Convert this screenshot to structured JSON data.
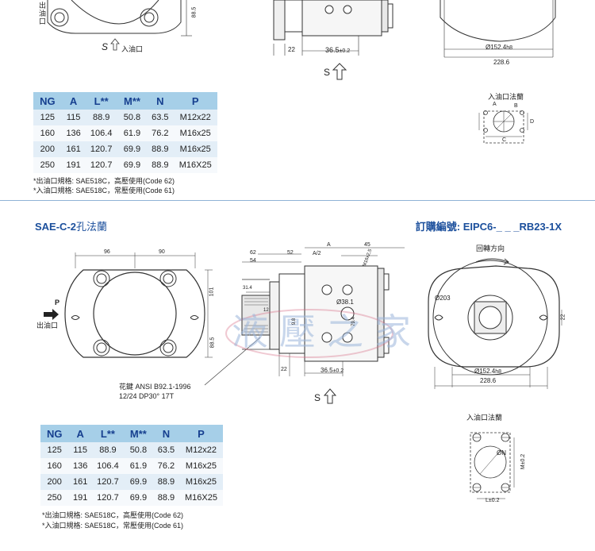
{
  "section2": {
    "title": "SAE-C-2",
    "title_cjk": "孔法蘭",
    "order_label": "訂購編號: EIPC6-_ _ _RB23-1X"
  },
  "top_labels": {
    "outlet_vertical": "出油口",
    "s_label": "S",
    "inlet": "入油口",
    "s_arrow": "S",
    "dim_885": "88.5",
    "dim_22": "22",
    "dim_365": "36.5",
    "tol_02": "±0.2",
    "dim_1524": "Ø152.4",
    "tol_h8": "h8",
    "dim_2286": "228.6",
    "inlet_flange": "入油口法蘭",
    "flange_A": "A",
    "flange_B": "B",
    "flange_C": "C",
    "flange_D": "D"
  },
  "table_headers": [
    "NG",
    "A",
    "L**",
    "M**",
    "N",
    "P"
  ],
  "table1_rows": [
    [
      "125",
      "115",
      "88.9",
      "50.8",
      "63.5",
      "M12x22"
    ],
    [
      "160",
      "136",
      "106.4",
      "61.9",
      "76.2",
      "M16x25"
    ],
    [
      "200",
      "161",
      "120.7",
      "69.9",
      "88.9",
      "M16x25"
    ],
    [
      "250",
      "191",
      "120.7",
      "69.9",
      "88.9",
      "M16X25"
    ]
  ],
  "table1_notes": [
    "*出油口規格: SAE518C，高壓使用(Code 62)",
    "*入油口規格: SAE518C，常壓使用(Code 61)"
  ],
  "table2_rows": [
    [
      "125",
      "115",
      "88.9",
      "50.8",
      "63.5",
      "M12x22"
    ],
    [
      "160",
      "136",
      "106.4",
      "61.9",
      "76.2",
      "M16x25"
    ],
    [
      "200",
      "161",
      "120.7",
      "69.9",
      "88.9",
      "M16x25"
    ],
    [
      "250",
      "191",
      "120.7",
      "69.9",
      "88.9",
      "M16X25"
    ]
  ],
  "table2_notes": [
    "*出油口規格: SAE518C，高壓使用(Code 62)",
    "*入油口規格: SAE518C，常壓使用(Code 61)"
  ],
  "drawing2": {
    "dim_96": "96",
    "dim_90": "90",
    "dim_101": "101",
    "dim_885": "88.5",
    "P": "P",
    "outlet": "出油口",
    "dim_62": "62",
    "dim_54": "54",
    "dim_52": "52",
    "dim_A": "A",
    "dim_A2": "A/2",
    "dim_45": "45",
    "dim_314": "31.4",
    "dim_12": "12",
    "dim_98": "9.8",
    "dim_M": "M16x2,5",
    "dim_d381": "Ø38.1",
    "dim_794": "79.4",
    "dim_22": "22",
    "dim_365": "36.5",
    "tol_02": "±0.2",
    "spline1": "花鍵  ANSI B92.1-1996",
    "spline2": "12/24 DP30° 17T",
    "s_arrow": "S",
    "rotation": "回轉方向",
    "d203": "Ø203",
    "dim_22b": "22",
    "d1524": "Ø152.4",
    "tol_h8": "h8",
    "d2286": "228.6",
    "inlet_flange": "入油口法蘭",
    "flange_N": "ØN",
    "flange_M": "M",
    "flange_L": "L",
    "tol_small": "±0.2"
  },
  "watermark": "液壓之家",
  "colors": {
    "heading": "#1b4f9c",
    "table_header": "#a6cfe8",
    "divider": "#8fb3d6",
    "watermark": "#e3a9b9"
  }
}
